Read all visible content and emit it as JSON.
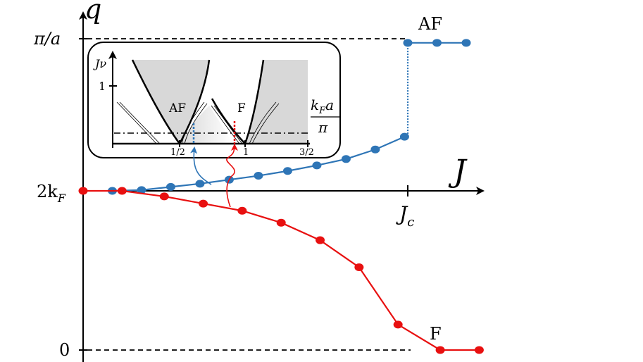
{
  "chart_data": {
    "type": "scatter",
    "x_axis_label": "J",
    "y_axis_label": "q",
    "y_tick_labels": [
      "π/a",
      "2k",
      "F",
      "0"
    ],
    "x_tick_label_main": "J",
    "x_tick_label_sub": "c",
    "region_labels": [
      "AF",
      "F"
    ],
    "colors": {
      "blue": "#2E75B6",
      "red": "#E81010"
    },
    "series": [
      {
        "color": "#2E75B6",
        "points": [
          [
            0.09,
            0.0
          ],
          [
            0.18,
            0.005
          ],
          [
            0.27,
            0.025
          ],
          [
            0.36,
            0.045
          ],
          [
            0.45,
            0.07
          ],
          [
            0.54,
            0.095
          ],
          [
            0.63,
            0.125
          ],
          [
            0.72,
            0.16
          ],
          [
            0.81,
            0.2
          ],
          [
            0.9,
            0.26
          ],
          [
            0.99,
            0.34
          ],
          [
            1.0,
            0.93
          ],
          [
            1.09,
            0.93
          ],
          [
            1.18,
            0.93
          ]
        ]
      },
      {
        "color": "#E81010",
        "points": [
          [
            0.0,
            0.0
          ],
          [
            0.12,
            0.0
          ],
          [
            0.25,
            -0.035
          ],
          [
            0.37,
            -0.08
          ],
          [
            0.49,
            -0.125
          ],
          [
            0.61,
            -0.2
          ],
          [
            0.73,
            -0.31
          ],
          [
            0.85,
            -0.48
          ],
          [
            0.97,
            -0.84
          ],
          [
            1.1,
            -1.0
          ],
          [
            1.22,
            -1.0
          ]
        ]
      }
    ],
    "inset": {
      "y_label_main": "J",
      "y_label_sub": "ν",
      "y_tick": "1",
      "x_label_top": "k",
      "x_label_sub": "F",
      "x_label_var": "a",
      "x_label_bottom": "π",
      "x_ticks": [
        "1/2",
        "1",
        "3/2"
      ],
      "region_labels": [
        "AF",
        "F"
      ]
    }
  }
}
